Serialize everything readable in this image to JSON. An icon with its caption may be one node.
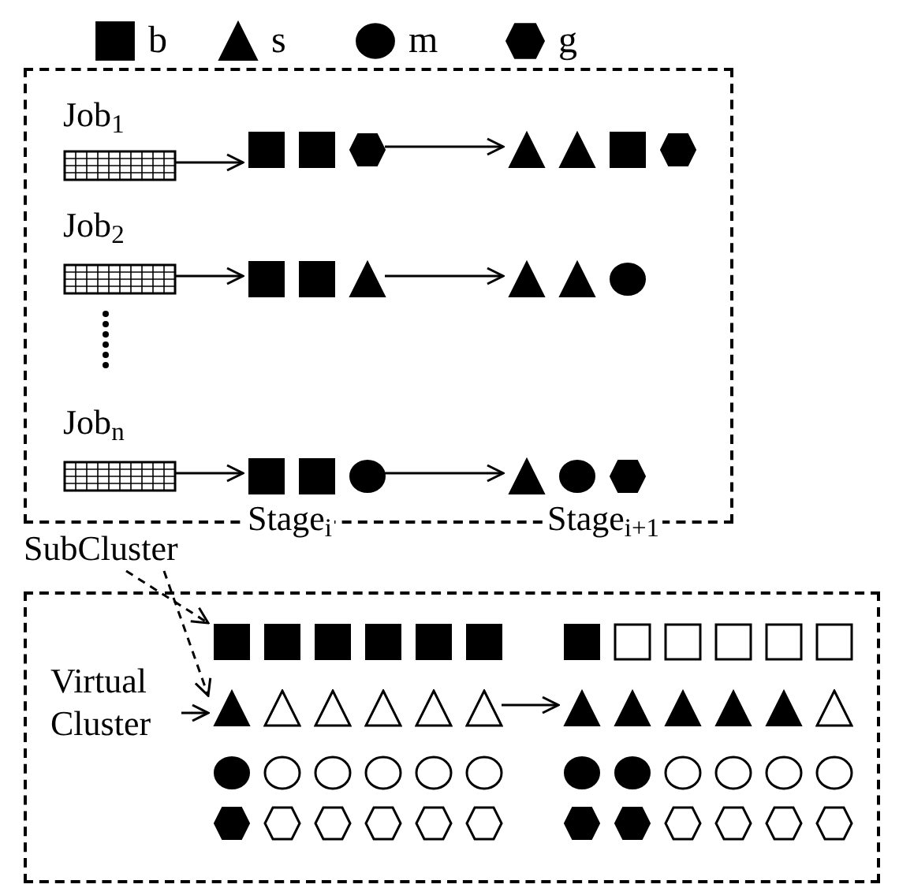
{
  "diagram": {
    "nodes": [
      {
        "text": [],
        "shape": "box"
      },
      {
        "text": [
          "Job$_{1}$"
        ],
        "in": 0
      },
      {
        "text": [],
        "shape": "square",
        "in": 0
      },
      {
        "text": [],
        "shape": "square",
        "in": 0
      },
      {
        "text": [],
        "shape": "hexagon",
        "in": 0
      },
      {
        "text": [],
        "shape": "triangle",
        "in": 0
      },
      {
        "text": [],
        "shape": "triangle",
        "in": 0
      },
      {
        "text": [],
        "shape": "square",
        "in": 0
      },
      {
        "text": [],
        "shape": "hexagon",
        "in": 0
      },
      {
        "text": [
          "Job$_{2}$"
        ],
        "in": 0
      },
      {
        "text": [],
        "shape": "square",
        "in": 0
      },
      {
        "text": [],
        "shape": "square",
        "in": 0
      },
      {
        "text": [],
        "shape": "triangle",
        "in": 0
      },
      {
        "text": [],
        "shape": "triangle",
        "in": 0
      },
      {
        "text": [],
        "shape": "triangle",
        "in": 0
      },
      {
        "text": [],
        "shape": "circle",
        "in": 0
      },
      {
        "text": [
          "Job$_{n}$"
        ],
        "in": 0
      },
      {
        "text": [],
        "shape": "square",
        "in": 0
      },
      {
        "text": [],
        "shape": "square",
        "in": 0
      },
      {
        "text": [],
        "shape": "circle",
        "in": 0
      },
      {
        "text": [],
        "shape": "triangle",
        "in": 0
      },
      {
        "text": [],
        "shape": "circle",
        "in": 0
      },
      {
        "text": [],
        "shape": "hexagon",
        "in": 0
      },
      {
        "text": [
          "SubCluster"
        ]
      },
      {
        "text": [],
        "shape": "box"
      },
      {
        "text": [
          "Virtual Cluster"
        ],
        "in": 24
      },
      {
        "text": [],
        "shape": "square",
        "in": 24
      },
      {
        "text": [],
        "shape": "square",
        "in": 24
      },
      {
        "text": [],
        "shape": "square",
        "in": 24
      },
      {
        "text": [],
        "shape": "square",
        "in": 24
      },
      {
        "text": [],
        "shape": "square",
        "in": 24
      },
      {
        "text": [],
        "shape": "square",
        "in": 24
      },
      {
        "text": [],
        "shape": "square",
        "in": 24
      },
      {
        "text": [],
        "shape": "square",
        "in": 24
      },
      {
        "text": [],
        "shape": "square",
        "in": 24
      },
      {
        "text": [],
        "shape": "square",
        "in": 24
      },
      {
        "text": [],
        "shape": "square",
        "in": 24
      },
      {
        "text": [],
        "shape": "square",
        "in": 24
      },
      {
        "text": [],
        "shape": "triangle",
        "in": 24
      },
      {
        "text": [],
        "shape": "triangle",
        "in": 24
      },
      {
        "text": [],
        "shape": "triangle",
        "in": 24
      },
      {
        "text": [],
        "shape": "triangle",
        "in": 24
      },
      {
        "text": [],
        "shape": "triangle",
        "in": 24
      },
      {
        "text": [],
        "shape": "triangle",
        "in": 24
      },
      {
        "text": [],
        "shape": "triangle",
        "in": 24
      },
      {
        "text": [],
        "shape": "triangle",
        "in": 24
      },
      {
        "text": [],
        "shape": "triangle",
        "in": 24
      },
      {
        "text": [],
        "shape": "triangle",
        "in": 24
      },
      {
        "text": [],
        "shape": "triangle",
        "in": 24
      },
      {
        "text": [],
        "shape": "triangle",
        "in": 24
      },
      {
        "text": [],
        "shape": "circle",
        "in": 24
      },
      {
        "text": [],
        "shape": "circle",
        "in": 24
      },
      {
        "text": [],
        "shape": "circle",
        "in": 24
      },
      {
        "text": [],
        "shape": "circle",
        "in": 24
      },
      {
        "text": [],
        "shape": "circle",
        "in": 24
      },
      {
        "text": [],
        "shape": "circle",
        "in": 24
      },
      {
        "text": [],
        "shape": "circle",
        "in": 24
      },
      {
        "text": [],
        "shape": "circle",
        "in": 24
      },
      {
        "text": [],
        "shape": "circle",
        "in": 24
      },
      {
        "text": [],
        "shape": "circle",
        "in": 24
      },
      {
        "text": [],
        "shape": "circle",
        "in": 24
      },
      {
        "text": [],
        "shape": "circle",
        "in": 24
      },
      {
        "text": [],
        "shape": "hexagon",
        "in": 24
      },
      {
        "text": [],
        "shape": "hexagon",
        "in": 24
      },
      {
        "text": [],
        "shape": "hexagon",
        "in": 24
      },
      {
        "text": [],
        "shape": "hexagon",
        "in": 24
      },
      {
        "text": [],
        "shape": "hexagon",
        "in": 24
      },
      {
        "text": [],
        "shape": "hexagon",
        "in": 24
      },
      {
        "text": [],
        "shape": "hexagon",
        "in": 24
      },
      {
        "text": [],
        "shape": "hexagon",
        "in": 24
      },
      {
        "text": [],
        "shape": "hexagon",
        "in": 24
      },
      {
        "text": [],
        "shape": "hexagon",
        "in": 24
      },
      {
        "text": [],
        "shape": "hexagon",
        "in": 24
      },
      {
        "text": [],
        "shape": "hexagon",
        "in": 24
      }
    ],
    "edges": [
      {
        "from": 1,
        "to": 2,
        "arrow": "to"
      },
      {
        "from": 4,
        "to": 5,
        "arrow": "to"
      },
      {
        "from": 9,
        "to": 10,
        "arrow": "to"
      },
      {
        "from": 12,
        "to": 13,
        "arrow": "to"
      },
      {
        "from": 16,
        "to": 17,
        "arrow": "to"
      },
      {
        "from": 19,
        "to": 20,
        "arrow": "to"
      },
      {
        "from": 23,
        "to": 26,
        "arrow": "to",
        "style": "dashed"
      },
      {
        "from": 23,
        "to": 38,
        "arrow": "to",
        "style": "dashed"
      },
      {
        "from": 25,
        "to": 38,
        "arrow": "to"
      },
      {
        "from": 43,
        "to": 44,
        "arrow": "to"
      }
    ],
    "labels": [
      "Stage$_{i}$",
      "Stage$_{i+1}$"
    ],
    "legend": [
      {
        "text": "b"
      },
      {
        "text": "s"
      },
      {
        "text": "m"
      },
      {
        "text": "g"
      }
    ]
  }
}
